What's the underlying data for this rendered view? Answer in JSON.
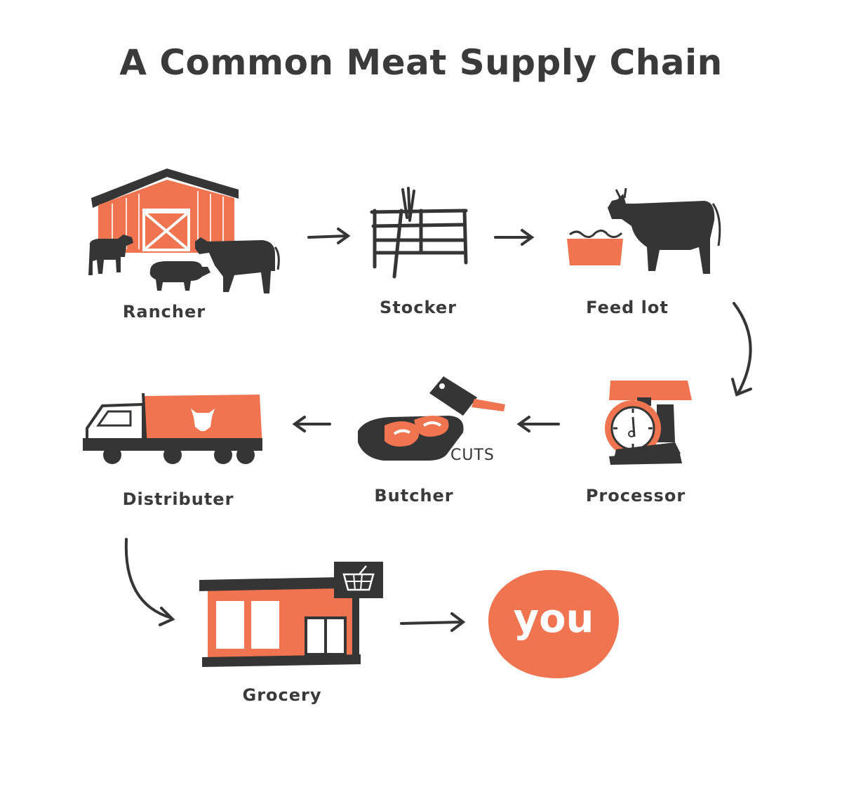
{
  "title": "A Common Meat Supply Chain",
  "stages": {
    "rancher": "Rancher",
    "stocker": "Stocker",
    "feedlot": "Feed lot",
    "processor": "Processor",
    "butcher": "Butcher",
    "distributer": "Distributer",
    "grocery": "Grocery",
    "you": "you"
  },
  "annotations": {
    "cuts": "CUTS"
  },
  "icons": {
    "rancher": "barn-with-livestock-icon",
    "stocker": "fence-gate-icon",
    "feedlot": "cow-feeding-icon",
    "processor": "weighing-scale-icon",
    "butcher": "cleaver-and-cutting-board-icon",
    "distributer": "delivery-truck-icon",
    "grocery": "grocery-store-icon",
    "you": "consumer-circle-icon"
  },
  "colors": {
    "accent": "#f0744f",
    "ink": "#353535",
    "background": "#ffffff"
  }
}
